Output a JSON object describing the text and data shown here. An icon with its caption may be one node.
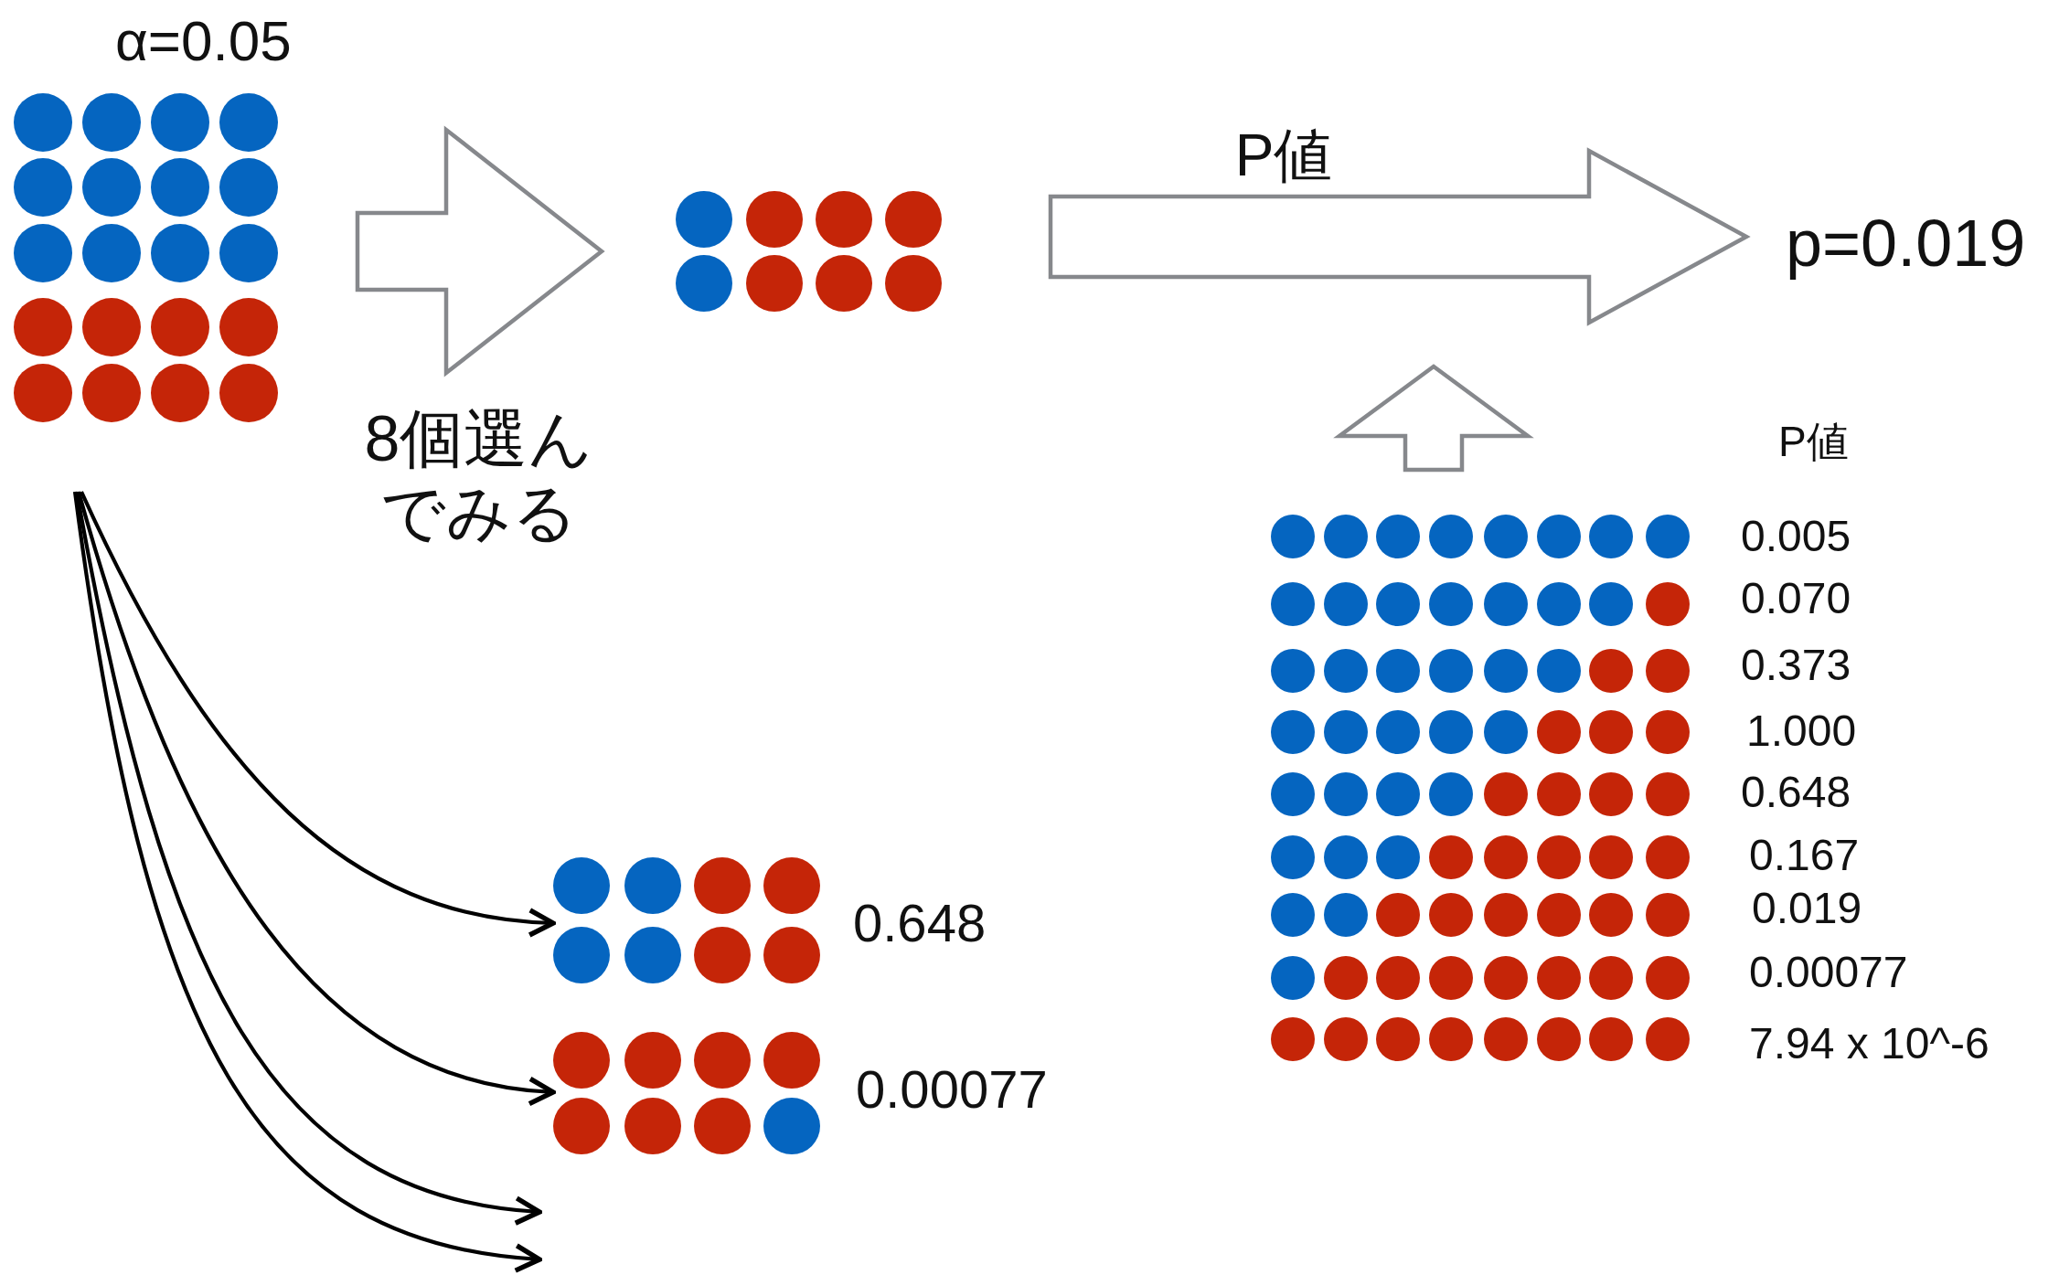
{
  "diagram": {
    "nodes": [
      {
        "text": [],
        "shape": "dots",
        "beside": [
          "α=0.05"
        ]
      },
      {
        "text": [],
        "shape": "dots"
      },
      {
        "text": [
          "p=0.019"
        ]
      },
      {
        "text": [],
        "shape": "dots"
      },
      {
        "text": [],
        "shape": "dots",
        "beside": [
          "0.648"
        ]
      },
      {
        "text": [],
        "shape": "dots",
        "beside": [
          "0.00077"
        ]
      }
    ],
    "edges": [
      {
        "from": 0,
        "to": 1,
        "arrow": "to",
        "label": "8個選んでみる"
      },
      {
        "from": 1,
        "to": 2,
        "arrow": "to",
        "label": "P値"
      },
      {
        "from": 3,
        "to": null,
        "arrow": "to"
      },
      {
        "from": 0,
        "to": 4,
        "arrow": "to"
      },
      {
        "from": 0,
        "to": 5,
        "arrow": "to"
      },
      {
        "from": 0,
        "to": null,
        "arrow": "to"
      },
      {
        "from": 0,
        "to": null,
        "arrow": "to"
      }
    ],
    "labels": [
      "P値",
      "0.005",
      "0.070",
      "0.373",
      "1.000",
      "0.648",
      "0.167",
      "0.019",
      "0.00077",
      "7.94 x 10^-6"
    ]
  }
}
